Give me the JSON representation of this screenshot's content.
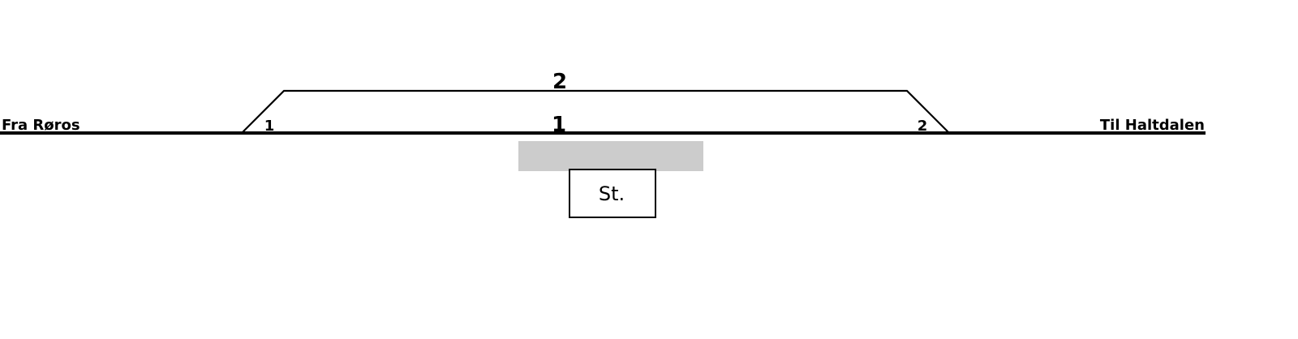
{
  "endpoints": {
    "from_label": "Fra Røros",
    "to_label": "Til Haltdalen"
  },
  "tracks": {
    "main_track_number": "1",
    "siding_track_number": "2"
  },
  "switches": {
    "left_number": "1",
    "right_number": "2"
  },
  "station": {
    "building_label": "St."
  },
  "colors": {
    "line": "#000000",
    "platform": "#cccccc",
    "background": "#ffffff"
  }
}
